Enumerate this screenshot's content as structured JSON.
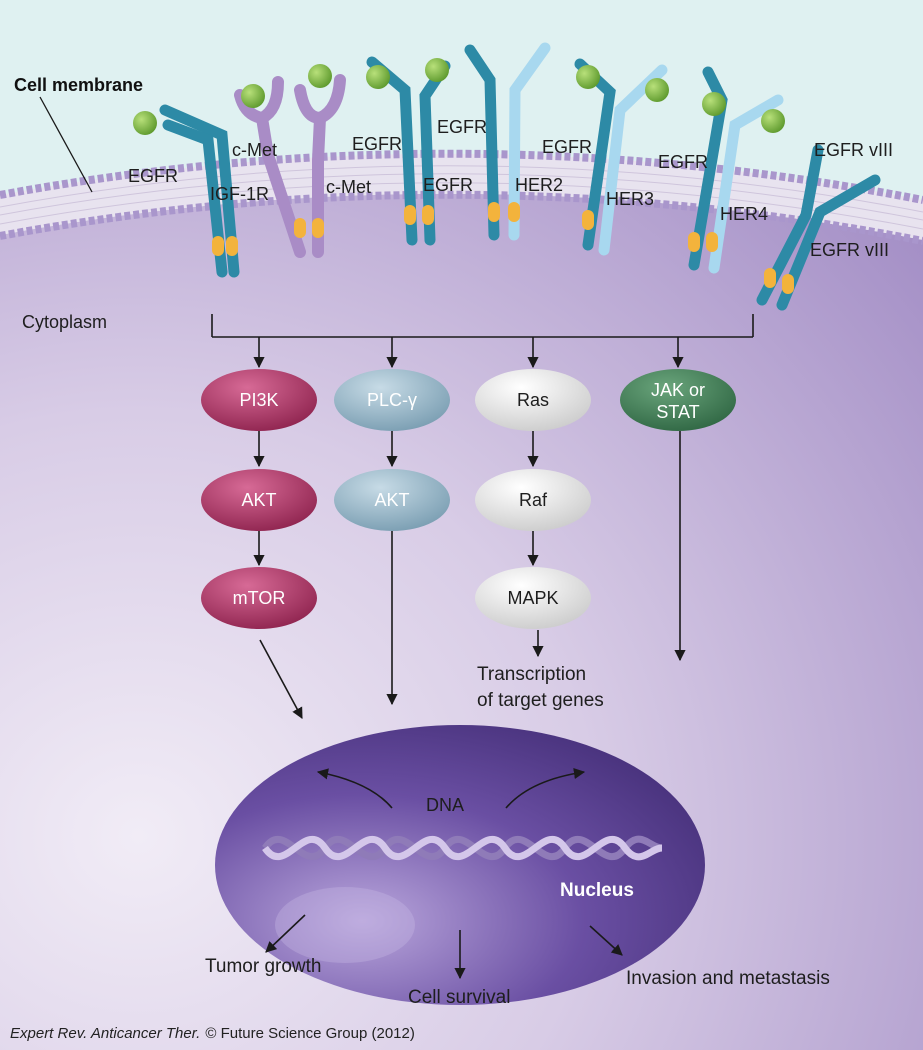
{
  "labels": {
    "cell_membrane": "Cell membrane",
    "cytoplasm": "Cytoplasm",
    "nucleus": "Nucleus",
    "dna": "DNA",
    "transcription_line1": "Transcription",
    "transcription_line2": "of target genes",
    "tumor_growth": "Tumor growth",
    "cell_survival": "Cell survival",
    "invasion": "Invasion and metastasis"
  },
  "receptors": {
    "egfr_1": "EGFR",
    "igf1r": "IGF-1R",
    "cmet_1": "c-Met",
    "cmet_2": "c-Met",
    "egfr_2": "EGFR",
    "egfr_3": "EGFR",
    "egfr_4": "EGFR",
    "egfr_5": "EGFR",
    "her2": "HER2",
    "her3": "HER3",
    "egfr_6": "EGFR",
    "her4": "HER4",
    "egfrviii_1": "EGFR vIII",
    "egfrviii_2": "EGFR vIII"
  },
  "pathway_nodes": {
    "pi3k": "PI3K",
    "akt_1": "AKT",
    "mtor": "mTOR",
    "plc": "PLC-γ",
    "akt_2": "AKT",
    "ras": "Ras",
    "raf": "Raf",
    "mapk": "MAPK",
    "jak_line1": "JAK or",
    "jak_line2": "STAT"
  },
  "colors": {
    "pink_pathway": "#9a2a55",
    "blue_pathway": "#8fb0c2",
    "grey_pathway": "#e4e4e4",
    "green_pathway": "#3d7a52",
    "receptor_teal": "#2d8aa6",
    "receptor_light": "#a8d8ef",
    "receptor_purple": "#a98cc6",
    "ligand_green": "#7ab648",
    "nucleus": "#5b3f92",
    "cytoplasm": "#c8b8dc"
  },
  "caption": {
    "journal": "Expert Rev. Anticancer Ther.",
    "copyright": "© Future Science Group (2012)"
  }
}
